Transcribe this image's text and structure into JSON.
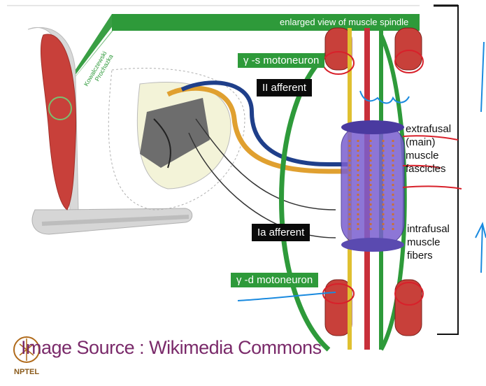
{
  "banner": {
    "text": "enlarged view of muscle spindle"
  },
  "labels": {
    "gamma_s": "γ -s motoneuron",
    "gamma_d": "γ -d motoneuron",
    "ii_afferent": "II afferent",
    "ia_afferent": "Ia afferent",
    "extrafusal": [
      "extrafusal",
      "(main)",
      "muscle",
      "fascicles"
    ],
    "intrafusal": [
      "intrafusal",
      "muscle",
      "fibers"
    ],
    "author": [
      "Kowalczewski",
      "Prochazka"
    ]
  },
  "footer": {
    "source": "Image Source : Wikimedia Commons",
    "logo_text": "NPTEL"
  },
  "colors": {
    "green": "#2e9a3a",
    "muscle": "#c8403a",
    "spindle": "#7a5fd0",
    "afferent_ia": "#e0a030",
    "afferent_ii": "#1f3f8a",
    "ink_red": "#d8202a",
    "ink_blue": "#1a8adf"
  }
}
